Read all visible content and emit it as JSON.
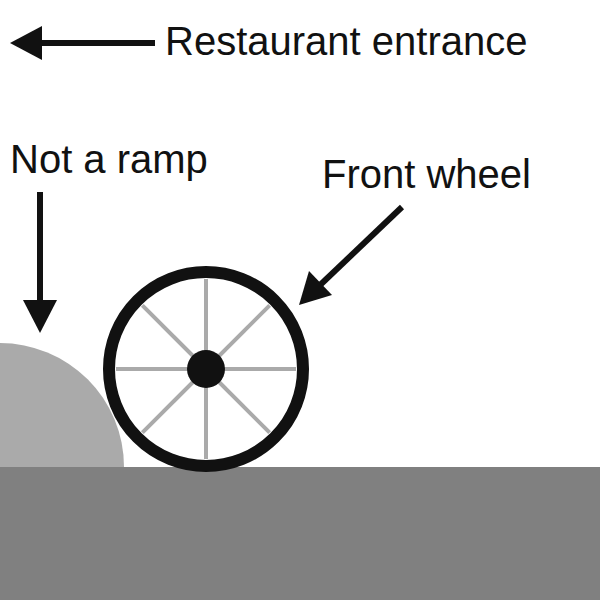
{
  "diagram": {
    "labels": [
      "Restaurant entrance",
      "Not a ramp",
      "Front wheel"
    ]
  }
}
